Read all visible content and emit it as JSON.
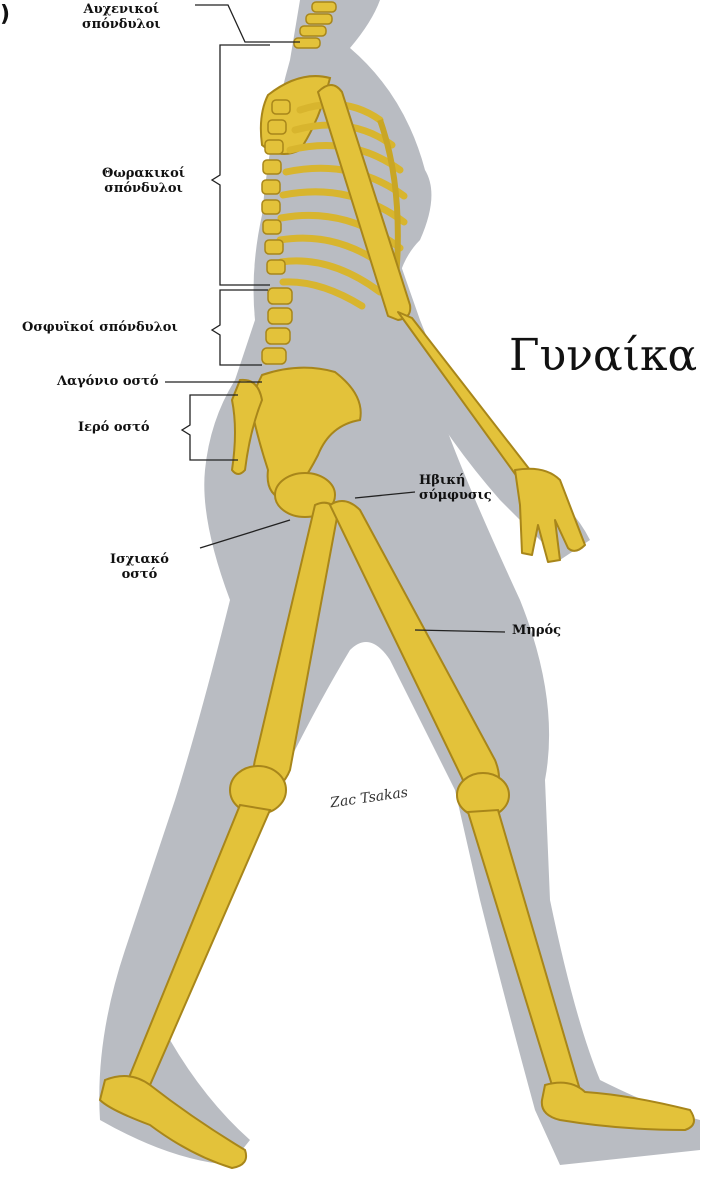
{
  "panel_letter": ")",
  "title": "Γυναίκα",
  "labels": {
    "cervical": [
      "Αυχενικοί",
      "σπόνδυλοι"
    ],
    "thoracic": [
      "Θωρακικοί",
      "σπόνδυλοι"
    ],
    "lumbar": "Οσφυϊκοί σπόνδυλοι",
    "iliac": "Λαγόνιο οστό",
    "sacrum": "Ιερό οστό",
    "pubic_symphysis": [
      "Ηβική",
      "σύμφυσις"
    ],
    "ischium": [
      "Ισχιακό",
      "οστό"
    ],
    "femur": "Μηρός"
  },
  "signature": "Zac Tsakas",
  "colors": {
    "bone": "#e3c23a",
    "bone_shadow": "#a8861a",
    "silhouette": "#b9bcc2",
    "leader": "#222222"
  }
}
